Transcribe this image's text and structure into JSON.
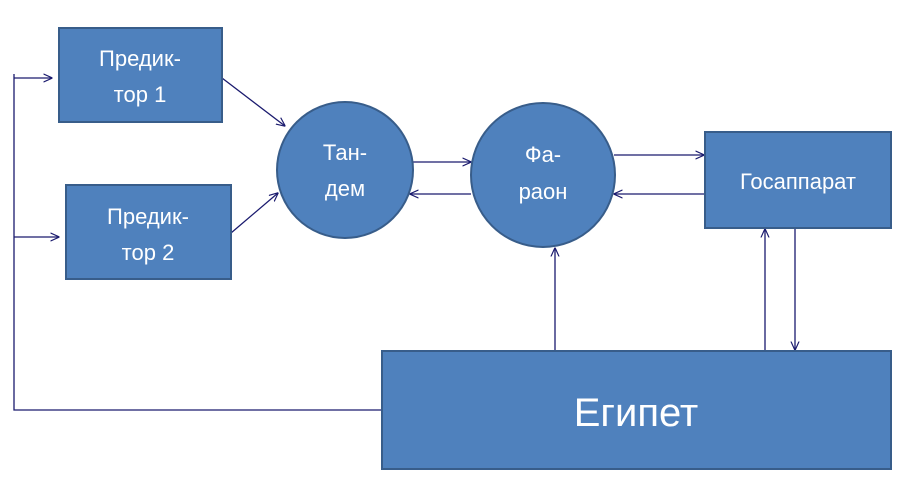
{
  "diagram": {
    "colors": {
      "node_fill": "#4f81bd",
      "node_stroke": "#385d8a",
      "edge": "#1a1a6e",
      "text": "#ffffff"
    },
    "nodes": {
      "predictor1": {
        "line1": "Предик-",
        "line2": "тор 1"
      },
      "predictor2": {
        "line1": "Предик-",
        "line2": "тор 2"
      },
      "tandem": {
        "line1": "Тан-",
        "line2": "дем"
      },
      "pharaoh": {
        "line1": "Фа-",
        "line2": "раон"
      },
      "gosapparat": {
        "label": "Госаппарат"
      },
      "egypt": {
        "label": "Египет"
      }
    },
    "edges": [
      {
        "from": "Предиктор 1",
        "to": "Тандем"
      },
      {
        "from": "Предиктор 2",
        "to": "Тандем"
      },
      {
        "from": "Тандем",
        "to": "Фараон"
      },
      {
        "from": "Фараон",
        "to": "Тандем"
      },
      {
        "from": "Фараон",
        "to": "Госаппарат"
      },
      {
        "from": "Госаппарат",
        "to": "Фараон"
      },
      {
        "from": "Египет",
        "to": "Фараон"
      },
      {
        "from": "Египет",
        "to": "Госаппарат"
      },
      {
        "from": "Госаппарат",
        "to": "Египет"
      },
      {
        "from": "Египет",
        "to": "Предиктор 1"
      },
      {
        "from": "Египет",
        "to": "Предиктор 2"
      }
    ]
  }
}
